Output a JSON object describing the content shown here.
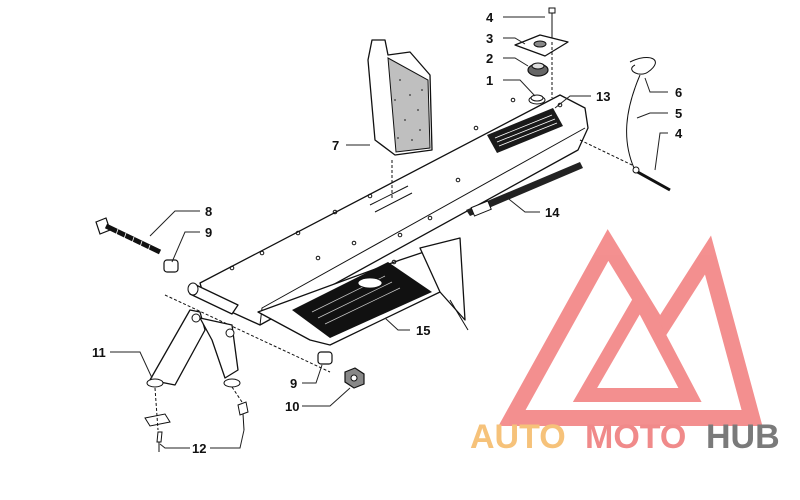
{
  "diagram": {
    "callouts": [
      "1",
      "2",
      "3",
      "4",
      "4",
      "5",
      "6",
      "7",
      "8",
      "9",
      "9",
      "10",
      "11",
      "12",
      "13",
      "14",
      "15"
    ]
  },
  "watermark": {
    "word_1": "AUTO",
    "word_2": "MOTO",
    "word_3": "HUB",
    "colors": {
      "auto": "#f6c27a",
      "moto": "#f08a8a",
      "hub": "#7a7a7a",
      "triangle": "#f27c7c"
    }
  }
}
